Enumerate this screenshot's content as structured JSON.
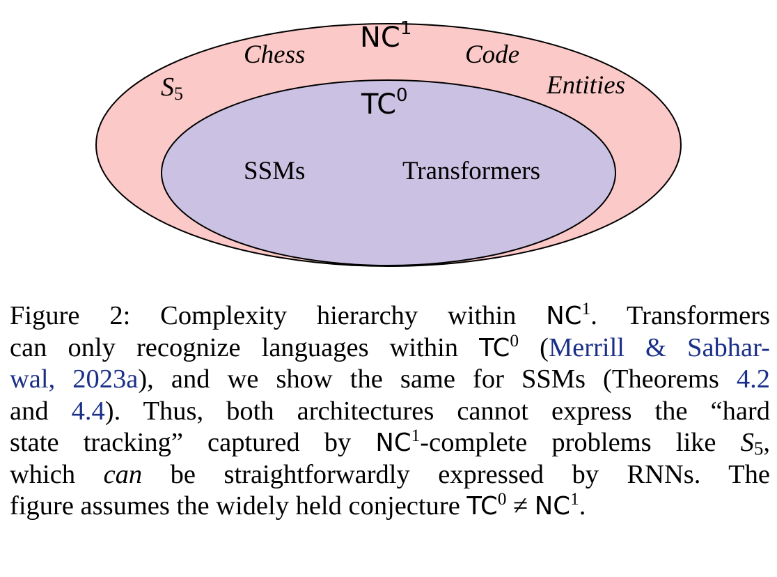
{
  "diagram": {
    "outer_label": "NC",
    "outer_label_sup": "1",
    "inner_label": "TC",
    "inner_label_sup": "0",
    "outer_items": {
      "s5_base": "S",
      "s5_sub": "5",
      "chess": "Chess",
      "code": "Code",
      "entities": "Entities"
    },
    "inner_items": {
      "ssms": "SSMs",
      "transformers": "Transformers"
    },
    "colors": {
      "outer_fill": "#fbc9c7",
      "inner_fill": "#cbc2e3",
      "stroke": "#000000",
      "link": "#1a2f88"
    }
  },
  "caption": {
    "l1_a": "Figure 2: Complexity hierarchy within ",
    "l1_nc": "NC",
    "l1_nc_sup": "1",
    "l1_b": ". Transformers",
    "l2_a": "can only recognize languages within ",
    "l2_tc": "TC",
    "l2_tc_sup": "0",
    "l2_b": " (",
    "l2_link": "Merrill & Sabhar-",
    "l3_link": "wal, 2023a",
    "l3_a": "), and we show the same for SSMs (Theorems ",
    "l3_link2": "4.2",
    "l4_a": "and ",
    "l4_link": "4.4",
    "l4_b": "). Thus, both architectures cannot express the “hard",
    "l5_a": "state tracking” captured by ",
    "l5_nc": "NC",
    "l5_nc_sup": "1",
    "l5_b": "-complete problems like ",
    "l5_s": "S",
    "l5_s_sub": "5",
    "l5_c": ",",
    "l6_a": "which ",
    "l6_can": "can",
    "l6_b": " be straightforwardly expressed by RNNs. The",
    "l7_a": "figure assumes the widely held conjecture ",
    "l7_tc": "TC",
    "l7_tc_sup": "0",
    "l7_neq": " ≠ ",
    "l7_nc": "NC",
    "l7_nc_sup": "1",
    "l7_b": "."
  }
}
